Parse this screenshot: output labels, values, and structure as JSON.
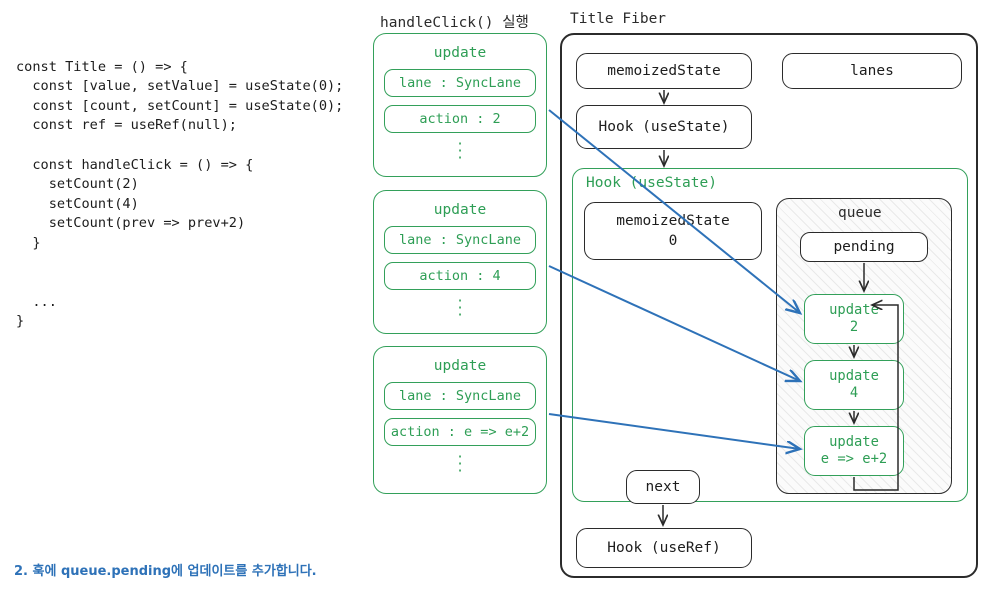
{
  "headings": {
    "handleclick": "handleClick() 실행",
    "title_fiber": "Title Fiber"
  },
  "code": {
    "text": "const Title = () => {\n  const [value, setValue] = useState(0);\n  const [count, setCount] = useState(0);\n  const ref = useRef(null);\n\n  const handleClick = () => {\n    setCount(2)\n    setCount(4)\n    setCount(prev => prev+2)\n  }\n\n\n  ...\n}"
  },
  "update_cards": [
    {
      "title": "update",
      "lane": "lane : SyncLane",
      "action": "action : 2"
    },
    {
      "title": "update",
      "lane": "lane : SyncLane",
      "action": "action : 4"
    },
    {
      "title": "update",
      "lane": "lane : SyncLane",
      "action": "action : e => e+2"
    }
  ],
  "fiber": {
    "memoized_state": "memoizedState",
    "lanes": "lanes",
    "hook_usestate_outer": "Hook (useState)",
    "hook_usestate_group_label": "Hook (useState)",
    "hook_memoized_state_label": "memoizedState",
    "hook_memoized_state_value": "0",
    "queue_label": "queue",
    "pending": "pending",
    "next": "next",
    "hook_useref": "Hook (useRef)"
  },
  "queue_updates": [
    {
      "title": "update",
      "value": "2"
    },
    {
      "title": "update",
      "value": "4"
    },
    {
      "title": "update",
      "value": "e => e+2"
    }
  ],
  "caption": "2. 훅에 queue.pending에 업데이트를 추가합니다.",
  "colors": {
    "green": "#2e9e55",
    "blue": "#2e72b8",
    "dark": "#2b2b2b"
  }
}
